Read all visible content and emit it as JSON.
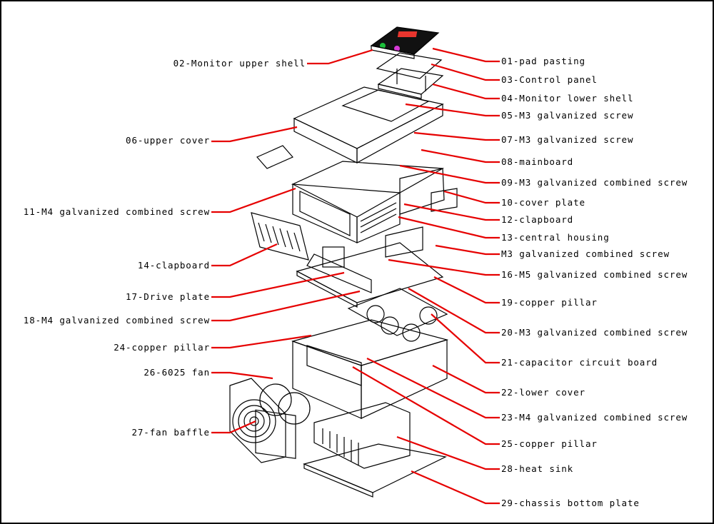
{
  "colors": {
    "leader": "#e60000",
    "line": "#000000",
    "panel_green": "#1bbf3a",
    "panel_red": "#e8352e",
    "panel_magenta": "#d63ad6"
  },
  "labels_left": [
    "02-Monitor upper shell",
    "06-upper cover",
    "11-M4 galvanized combined screw",
    "14-clapboard",
    "17-Drive plate",
    "18-M4 galvanized combined screw",
    "24-copper pillar",
    "26-6025 fan",
    "27-fan baffle"
  ],
  "labels_right": [
    "01-pad pasting",
    "03-Control panel",
    "04-Monitor lower shell",
    "05-M3 galvanized screw",
    "07-M3 galvanized screw",
    "08-mainboard",
    "09-M3 galvanized combined screw",
    "10-cover plate",
    "12-clapboard",
    "13-central housing",
    "M3 galvanized combined screw",
    "16-M5 galvanized combined screw",
    "19-copper pillar",
    "20-M3 galvanized combined screw",
    "21-capacitor circuit board",
    "22-lower cover",
    "23-M4 galvanized combined screw",
    "25-copper pillar",
    "28-heat sink",
    "29-chassis bottom plate"
  ]
}
